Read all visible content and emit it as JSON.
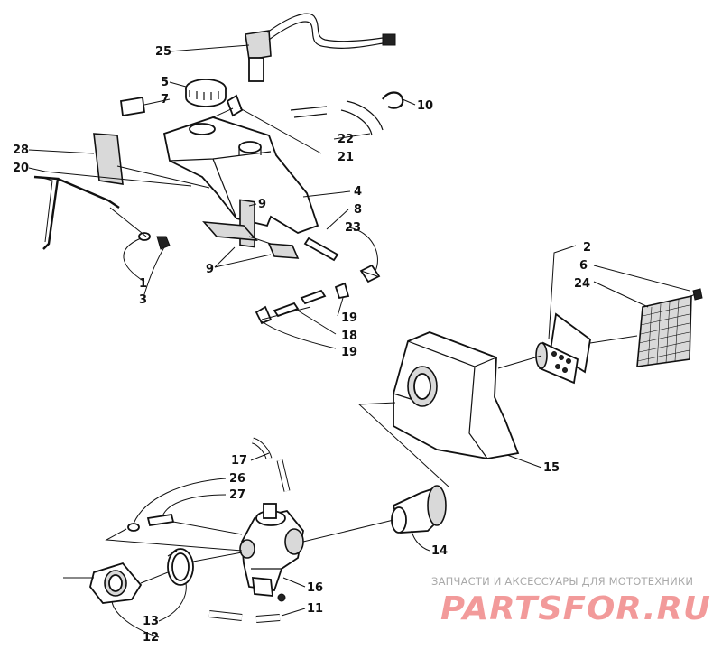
{
  "callouts": [
    {
      "id": "c25",
      "text": "25"
    },
    {
      "id": "c5",
      "text": "5"
    },
    {
      "id": "c7",
      "text": "7"
    },
    {
      "id": "c10",
      "text": "10"
    },
    {
      "id": "c22",
      "text": "22"
    },
    {
      "id": "c21",
      "text": "21"
    },
    {
      "id": "c28",
      "text": "28"
    },
    {
      "id": "c20",
      "text": "20"
    },
    {
      "id": "c4",
      "text": "4"
    },
    {
      "id": "c9a",
      "text": "9"
    },
    {
      "id": "c8",
      "text": "8"
    },
    {
      "id": "c23",
      "text": "23"
    },
    {
      "id": "c9b",
      "text": "9"
    },
    {
      "id": "c1",
      "text": "1"
    },
    {
      "id": "c3",
      "text": "3"
    },
    {
      "id": "c19a",
      "text": "19"
    },
    {
      "id": "c18",
      "text": "18"
    },
    {
      "id": "c19b",
      "text": "19"
    },
    {
      "id": "c2",
      "text": "2"
    },
    {
      "id": "c6",
      "text": "6"
    },
    {
      "id": "c24",
      "text": "24"
    },
    {
      "id": "c15",
      "text": "15"
    },
    {
      "id": "c17",
      "text": "17"
    },
    {
      "id": "c26",
      "text": "26"
    },
    {
      "id": "c27",
      "text": "27"
    },
    {
      "id": "c14",
      "text": "14"
    },
    {
      "id": "c16",
      "text": "16"
    },
    {
      "id": "c11",
      "text": "11"
    },
    {
      "id": "c13",
      "text": "13"
    },
    {
      "id": "c12",
      "text": "12"
    }
  ],
  "watermark": {
    "subtitle": "ЗАПЧАСТИ И АКСЕССУАРЫ ДЛЯ МОТОТЕХНИКИ",
    "brand": "PARTSFOR.RU"
  }
}
